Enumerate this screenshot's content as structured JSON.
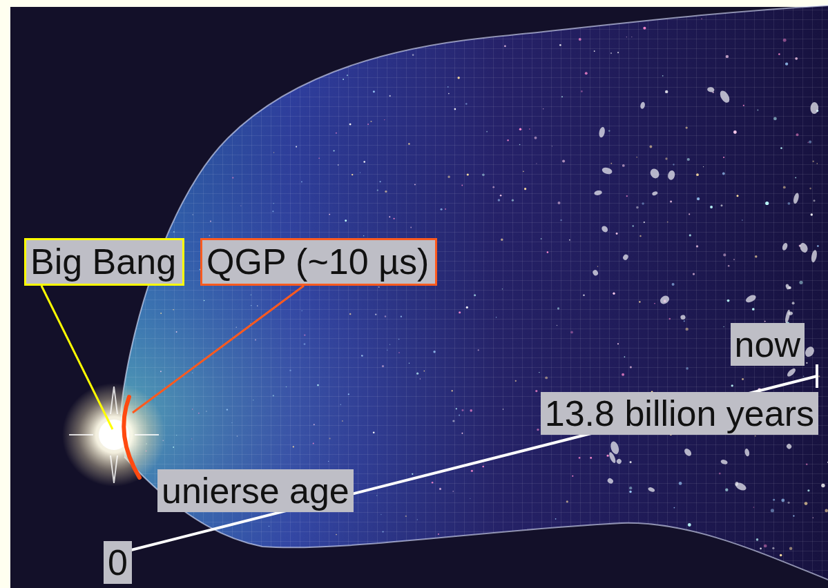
{
  "diagram": {
    "nodes": [
      {
        "text": [
          "Big Bang"
        ]
      },
      {
        "text": [
          "QGP (~10 µs)"
        ]
      }
    ],
    "labels": [
      "now",
      "13.8 billion years",
      "unierse age",
      "0"
    ]
  }
}
